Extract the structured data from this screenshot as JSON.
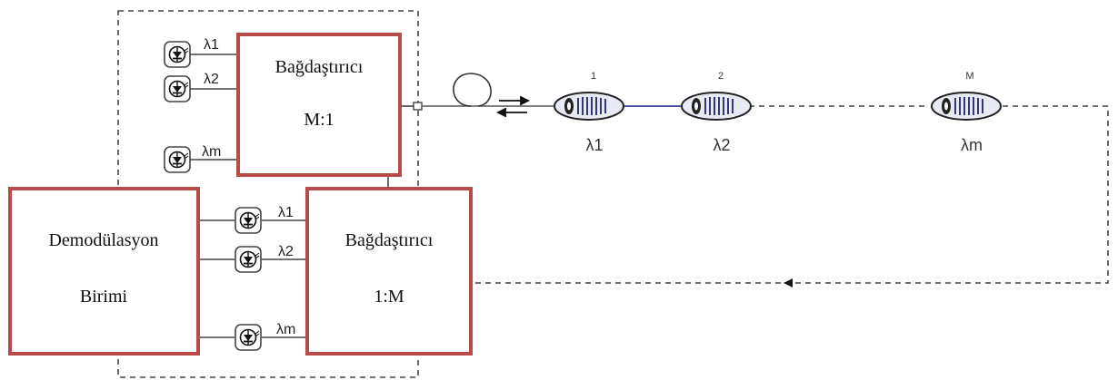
{
  "coupler_top": {
    "line1": "Bağdaştırıcı",
    "line2": "M:1"
  },
  "coupler_bottom": {
    "line1": "Bağdaştırıcı",
    "line2": "1:M"
  },
  "demod": {
    "line1": "Demodülasyon",
    "line2": "Birimi"
  },
  "source_labels": [
    "λ1",
    "λ2",
    "λm"
  ],
  "detector_labels": [
    "λ1",
    "λ2",
    "λm"
  ],
  "gratings": [
    {
      "index": "1",
      "label": "λ1"
    },
    {
      "index": "2",
      "label": "λ2"
    },
    {
      "index": "M",
      "label": "λm"
    }
  ],
  "colors": {
    "box_border": "#b94a4a",
    "fiber_link": "#3a3f9a",
    "line": "#444444"
  }
}
